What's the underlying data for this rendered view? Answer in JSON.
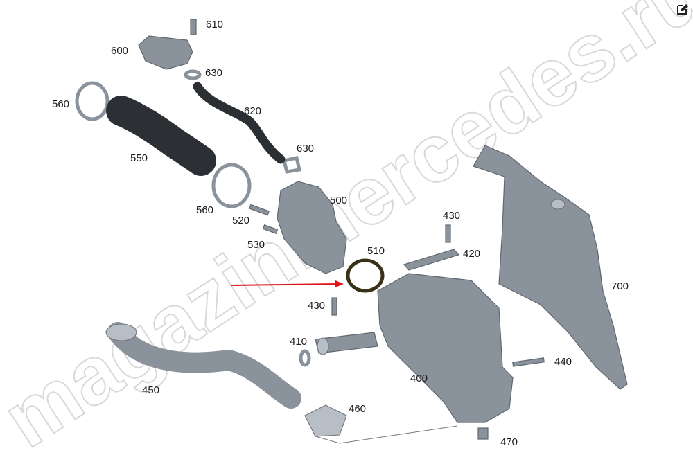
{
  "watermark": "magazinmercedes.ru",
  "accent_arrow_color": "#e0151b",
  "toolbar": {
    "edit_icon": "edit-icon"
  },
  "labels": {
    "p610": "610",
    "p600": "600",
    "p630a": "630",
    "p560a": "560",
    "p620": "620",
    "p630b": "630",
    "p550": "550",
    "p500": "500",
    "p560b": "560",
    "p520": "520",
    "p430a": "430",
    "p530": "530",
    "p510": "510",
    "p420": "420",
    "p700": "700",
    "p430b": "430",
    "p410": "410",
    "p440": "440",
    "p400": "400",
    "p450": "450",
    "p460": "460",
    "p470": "470"
  }
}
